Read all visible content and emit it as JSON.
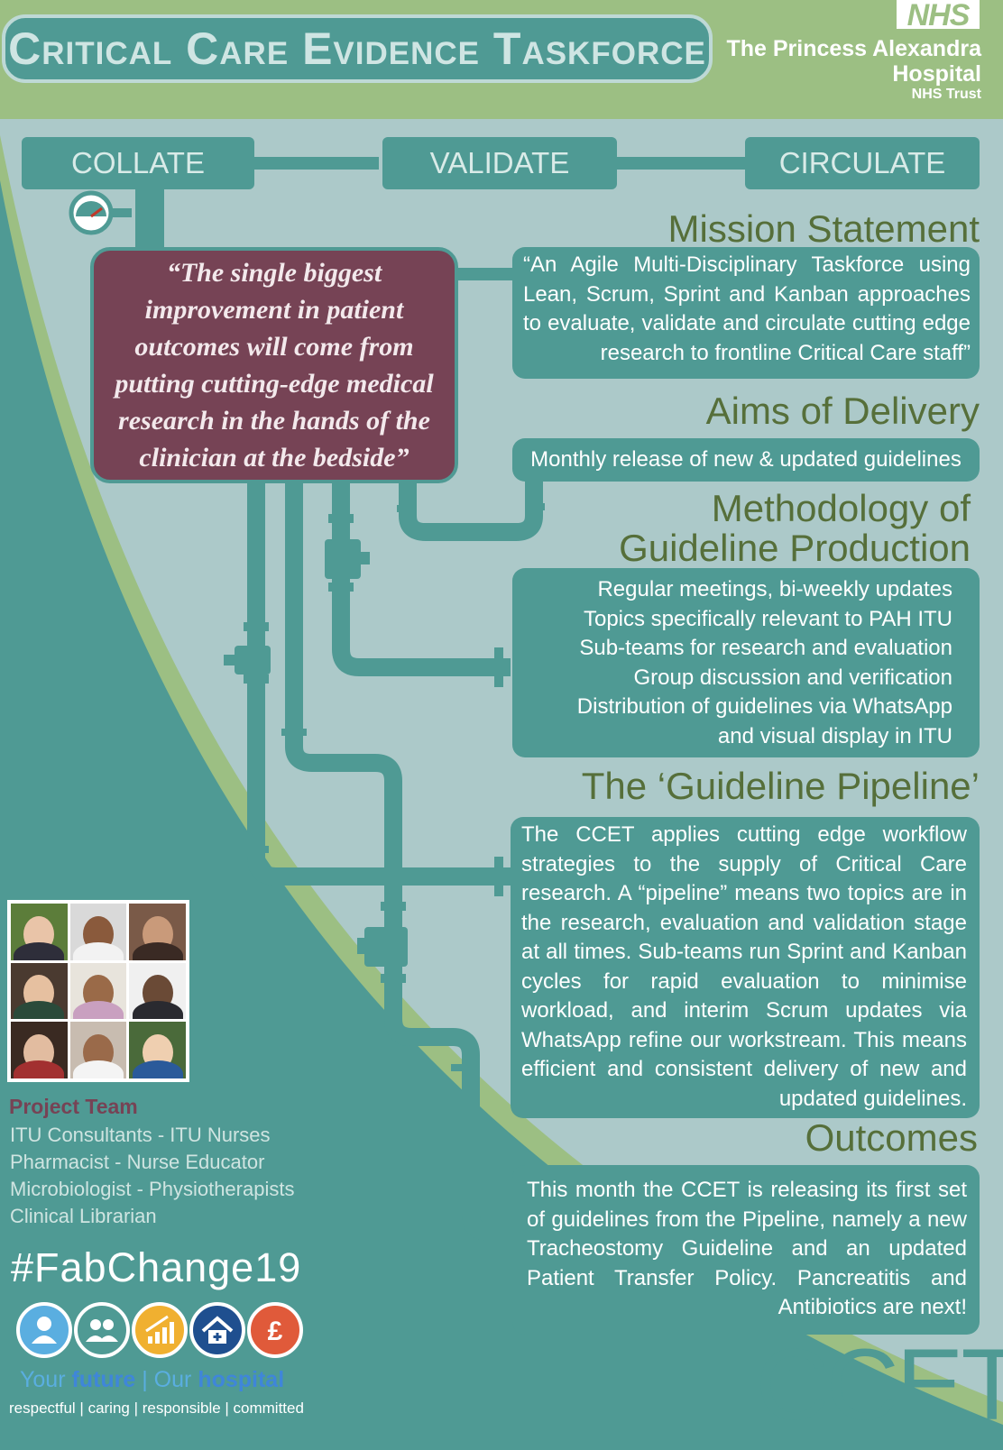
{
  "header": {
    "title": "Critical Care Evidence Taskforce",
    "nhs_logo": "NHS",
    "hospital_line1": "The Princess Alexandra",
    "hospital_line2": "Hospital",
    "hospital_line3": "NHS Trust"
  },
  "stages": [
    "COLLATE",
    "VALIDATE",
    "CIRCULATE"
  ],
  "quote": "“The single biggest improvement in patient outcomes will come from putting cutting-edge medical research in the hands of the clinician at the bedside”",
  "mission": {
    "heading": "Mission Statement",
    "text": "“An Agile Multi-Disciplinary Taskforce using Lean, Scrum, Sprint and Kanban approaches to evaluate, validate and circulate cutting edge research to frontline Critical Care staff”"
  },
  "aims": {
    "heading": "Aims of Delivery",
    "text": "Monthly release of new & updated guidelines"
  },
  "methodology": {
    "heading_line1": "Methodology of",
    "heading_line2": "Guideline Production",
    "lines": [
      "Regular meetings, bi-weekly updates",
      "Topics specifically relevant to PAH ITU",
      "Sub-teams for research and evaluation",
      "Group discussion and verification",
      "Distribution of guidelines via WhatsApp",
      "and visual display in ITU"
    ]
  },
  "pipeline": {
    "heading": "The ‘Guideline Pipeline’",
    "text": "The CCET applies cutting edge workflow strategies to the supply of Critical Care research. A “pipeline” means two topics are in the research, evaluation and validation stage at all times. Sub-teams run Sprint and Kanban cycles for rapid evaluation to minimise workload, and interim Scrum updates via WhatsApp refine our workstream. This means efficient and consistent delivery of new and updated guidelines."
  },
  "outcomes": {
    "heading": "Outcomes",
    "text": "This month the CCET is releasing its first set of guidelines from the Pipeline, namely a new Tracheostomy Guideline and an updated Patient Transfer Policy. Pancreatitis and Antibiotics are next!"
  },
  "team": {
    "title": "Project Team",
    "lines": [
      "ITU Consultants - ITU Nurses",
      "Pharmacist - Nurse Educator",
      "Microbiologist - Physiotherapists",
      "Clinical Librarian"
    ]
  },
  "hashtag": "#FabChange19",
  "tagline": {
    "your": "Your ",
    "future": "future",
    "sep": " | Our ",
    "hospital": "hospital"
  },
  "values": "respectful | caring | responsible | committed",
  "footer_logo": "CCET",
  "colors": {
    "teal": "#4f9a94",
    "light_teal_bg": "#acc9c9",
    "green": "#9cbf83",
    "heading_green": "#566f3a",
    "maroon": "#764355"
  },
  "value_icons": [
    "person-icon",
    "people-icon",
    "growth-chart-icon",
    "home-icon",
    "pound-icon"
  ]
}
